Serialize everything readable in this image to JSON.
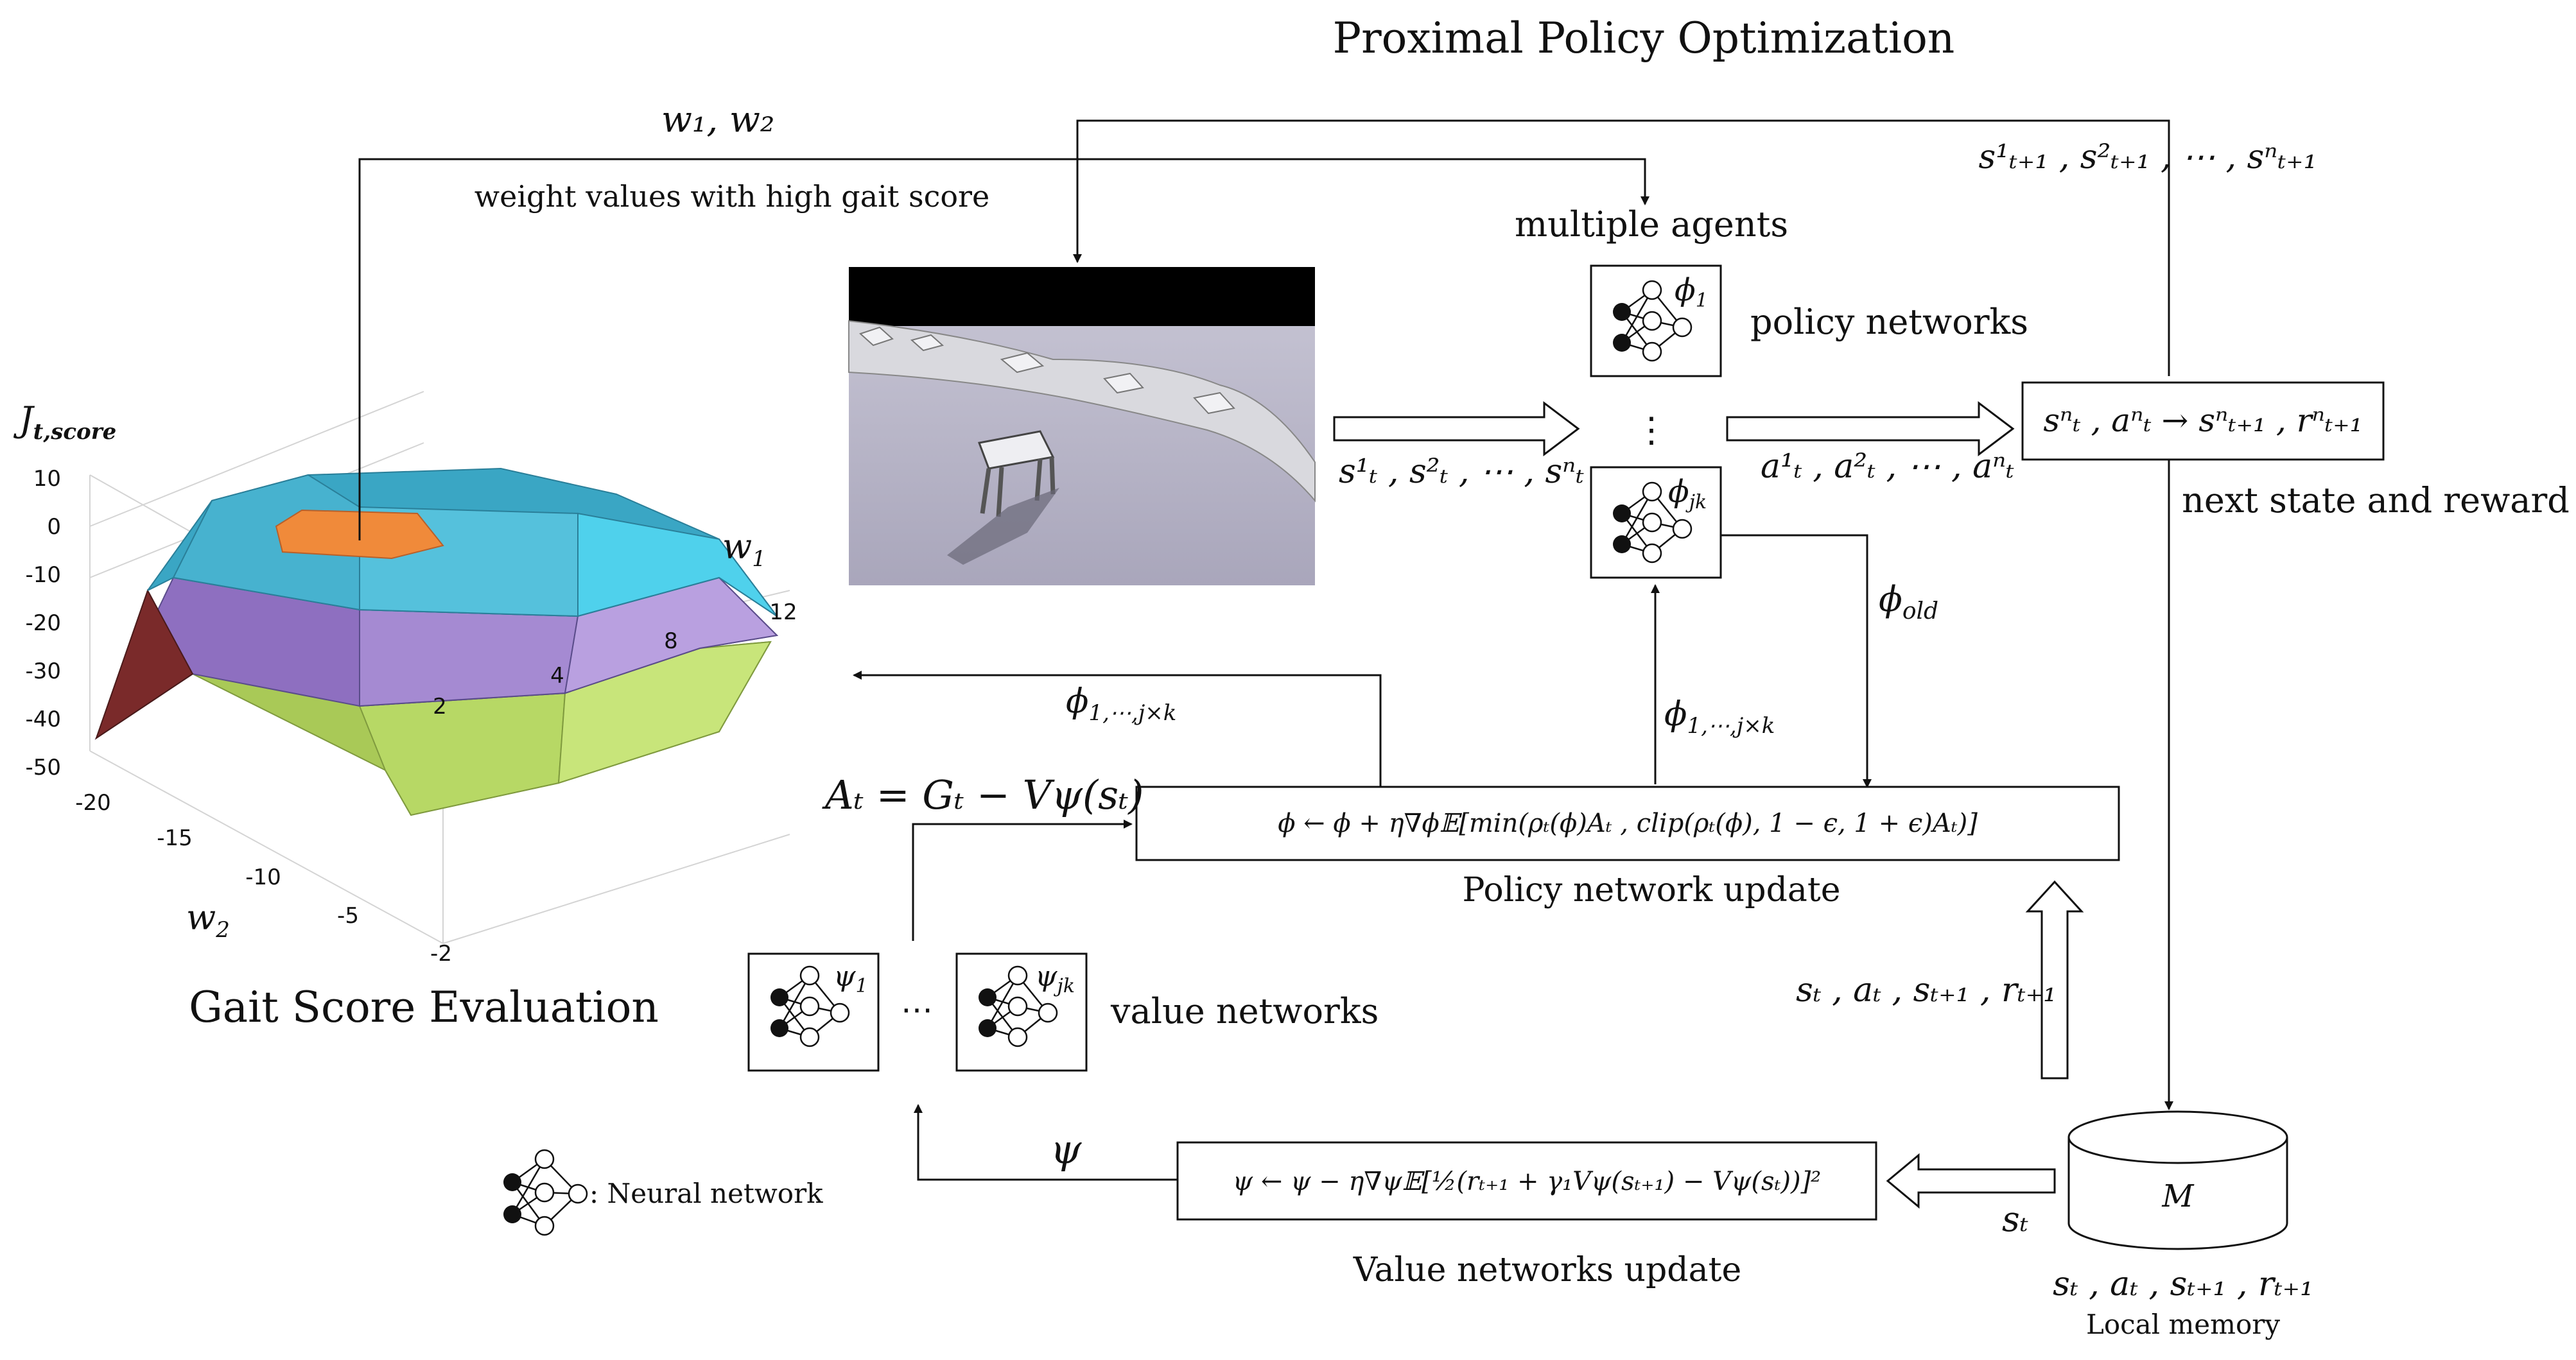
{
  "header": {
    "title": "Proximal Policy Optimization"
  },
  "gait": {
    "caption": "Gait Score Evaluation",
    "z_axis_label": "J",
    "z_axis_sub": "t,score",
    "x_axis_label": "w",
    "x_axis_sub": "1",
    "y_axis_label": "w",
    "y_axis_sub": "2",
    "z_ticks": [
      "10",
      "0",
      "-10",
      "-20",
      "-30",
      "-40",
      "-50"
    ],
    "w2_ticks": [
      "-20",
      "-15",
      "-10",
      "-5",
      "-2"
    ],
    "w1_ticks": [
      "2",
      "4",
      "8",
      "12"
    ],
    "weights_label": "w₁, w₂",
    "weights_caption": "weight values with high gait score"
  },
  "agents": {
    "title": "multiple agents",
    "policy_label": "policy networks",
    "phi1": "ϕ",
    "phi1_sub": "1",
    "phijk": "ϕ",
    "phijk_sub": "jk",
    "ellipsis": "⋮"
  },
  "flows": {
    "states_in": "s",
    "actions_out": "a",
    "transition_box": "sⁿₜ , aⁿₜ → sⁿₜ₊₁ , rⁿₜ₊₁",
    "next_states": "s¹ₜ₊₁ , s²ₜ₊₁ , ⋯ , sⁿₜ₊₁",
    "next_state_reward": "next state and reward",
    "phi_old": "ϕ",
    "phi_old_sub": "old",
    "phi_all_left": "ϕ",
    "phi_all_sub": "1,⋯,j×k",
    "phi_all_mid": "ϕ",
    "advantage": "Aₜ = Gₜ − Vψ(sₜ)",
    "policy_update_formula": "ϕ ← ϕ + η∇ϕ𝔼[min(ρₜ(ϕ)Aₜ , clip(ρₜ(ϕ), 1 − ϵ, 1 + ϵ)Aₜ)]",
    "policy_update_label": "Policy network update",
    "samples_label": "sₜ , aₜ , sₜ₊₁ , rₜ₊₁",
    "value_label": "value networks",
    "psi1": "ψ",
    "psi1_sub": "1",
    "psijk": "ψ",
    "psijk_sub": "jk",
    "value_dots": "⋯",
    "psi_label": "ψ",
    "value_update_formula": "ψ ← ψ − η∇ψ𝔼[½(rₜ₊₁ + γ₁Vψ(sₜ₊₁) − Vψ(sₜ))]²",
    "value_update_label": "Value networks update",
    "st_label": "sₜ",
    "memory_symbol": "M",
    "memory_contents": "sₜ , aₜ , sₜ₊₁ , rₜ₊₁",
    "memory_label": "Local memory"
  },
  "legend": {
    "nn_label": ": Neural network"
  },
  "colors": {
    "surface_top": "#3aa6c4",
    "surface_mid": "#9b7fc9",
    "surface_low": "#b8d96a",
    "highlight": "#f08a3a",
    "dark_red": "#7a2a2a",
    "sky": "#000000",
    "ground": "#b8b6c8"
  }
}
